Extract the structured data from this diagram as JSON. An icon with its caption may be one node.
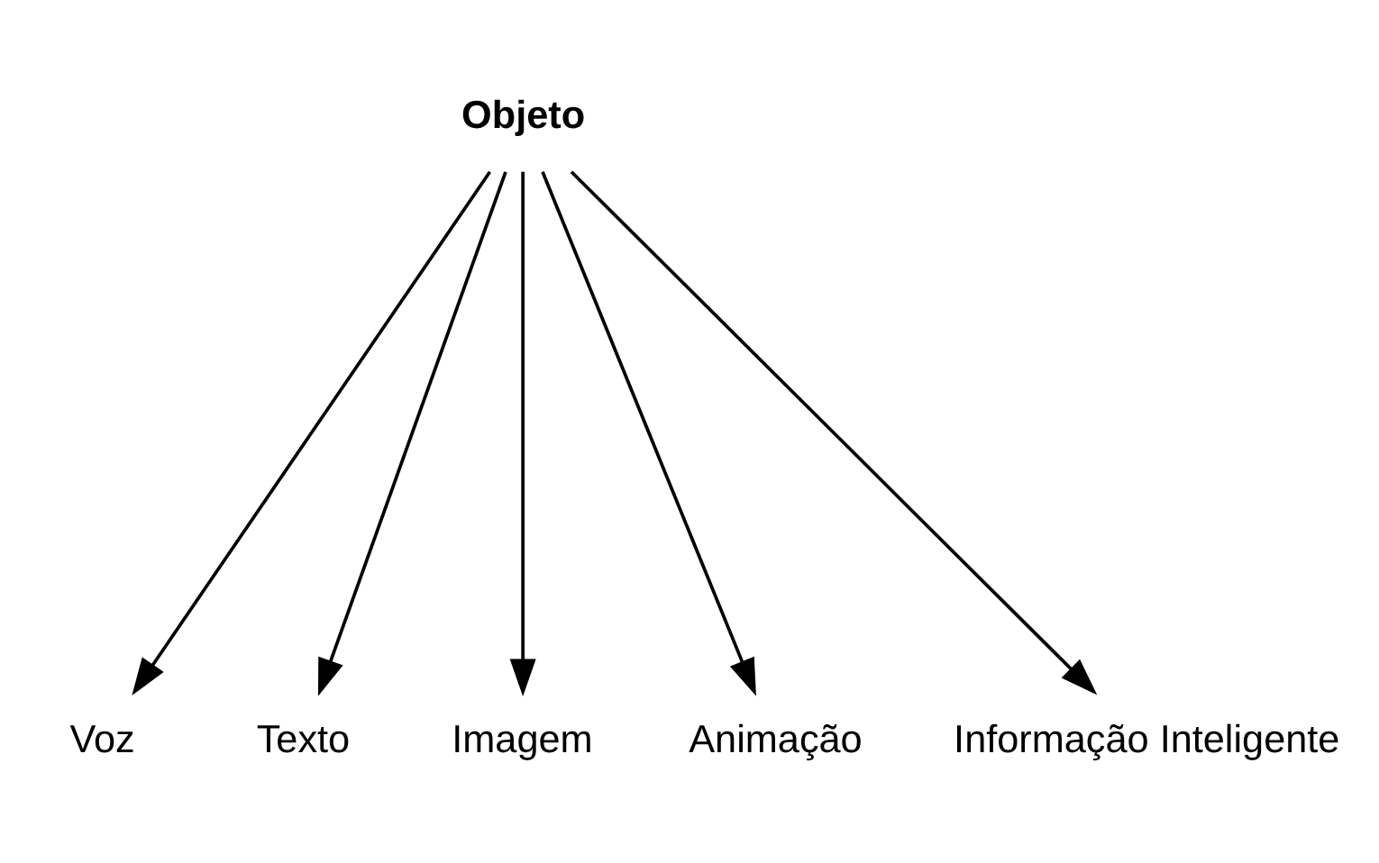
{
  "diagram": {
    "nodes": [
      {
        "text": [
          "Objeto"
        ]
      },
      {
        "text": [
          "Voz"
        ]
      },
      {
        "text": [
          "Texto"
        ]
      },
      {
        "text": [
          "Imagem"
        ]
      },
      {
        "text": [
          "Animação"
        ]
      },
      {
        "text": [
          "Informação Inteligente"
        ]
      }
    ],
    "edges": [
      {
        "from": 0,
        "to": 1,
        "arrow": "to"
      },
      {
        "from": 0,
        "to": 2,
        "arrow": "to"
      },
      {
        "from": 0,
        "to": 3,
        "arrow": "to"
      },
      {
        "from": 0,
        "to": 4,
        "arrow": "to"
      },
      {
        "from": 0,
        "to": 5,
        "arrow": "to"
      }
    ]
  }
}
